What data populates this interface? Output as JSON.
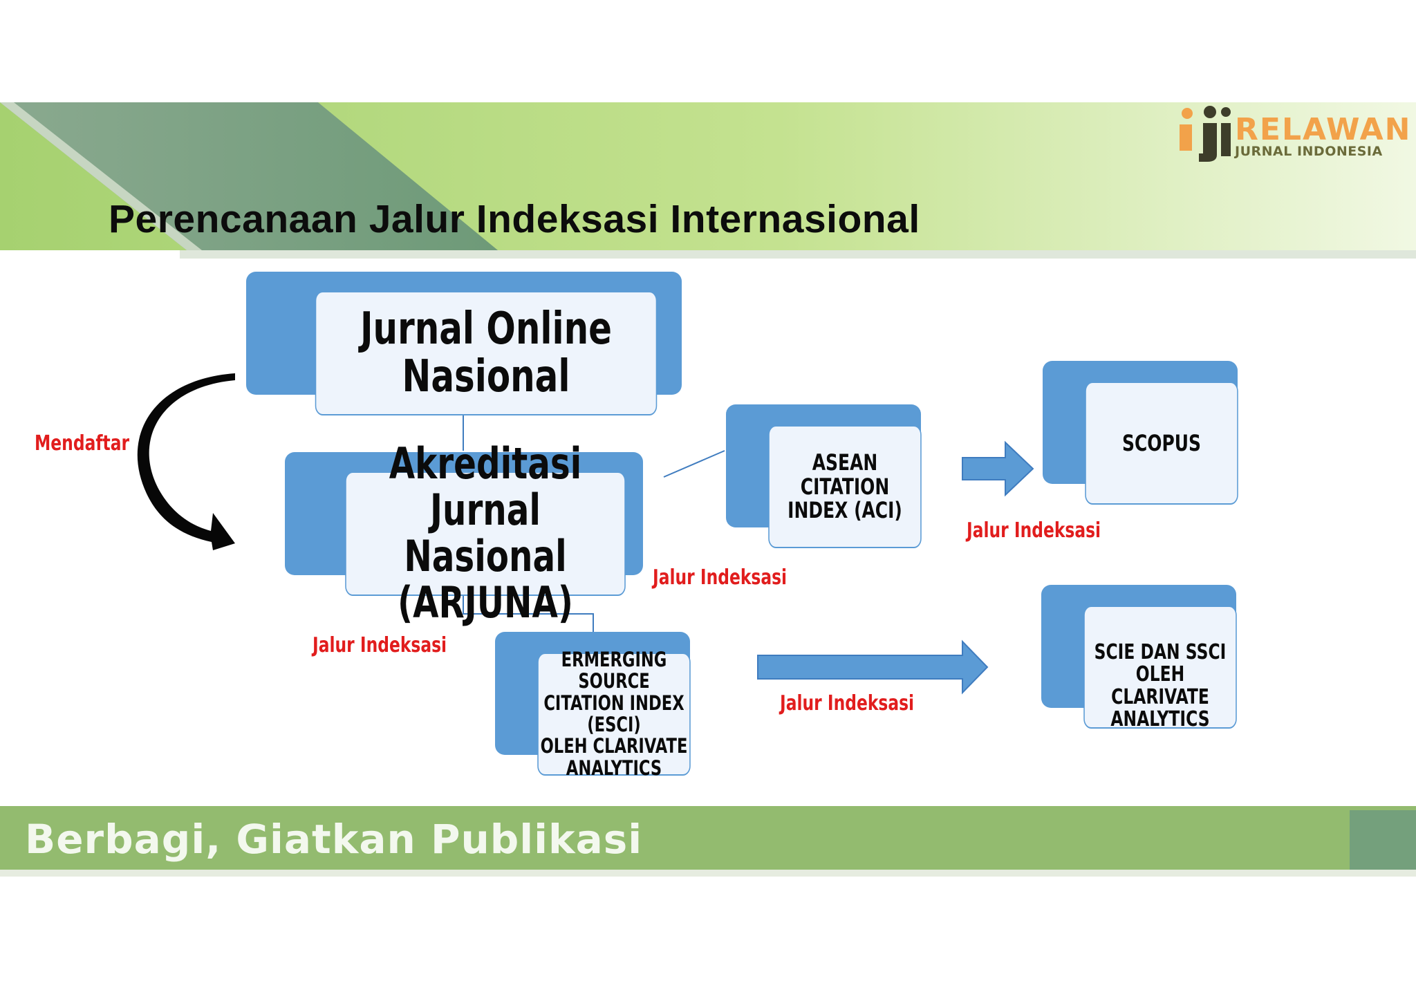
{
  "slide": {
    "title": "Perencanaan Jalur Indeksasi Internasional",
    "footer": "Berbagi, Giatkan Publikasi",
    "logo": {
      "name": "RELAWAN",
      "sub": "JURNAL INDONESIA",
      "mark_icon": "rji-logo-icon"
    }
  },
  "diagram": {
    "nodes": {
      "jurnal_online": "Jurnal Online Nasional",
      "arjuna_line1": "Akreditasi Jurnal",
      "arjuna_line2": "Nasional (ARJUNA)",
      "aci_line1": "ASEAN CITATION",
      "aci_line2": "INDEX (ACI)",
      "scopus": "SCOPUS",
      "esci_line1": "ERMERGING SOURCE",
      "esci_line2": "CITATION INDEX (ESCI)",
      "esci_line3": "OLEH CLARIVATE",
      "esci_line4": "ANALYTICS",
      "scie_line1": "SCIE DAN SSCI OLEH",
      "scie_line2": "CLARIVATE ANALYTICS"
    },
    "labels": {
      "mendaftar": "Mendaftar",
      "jalur_aci": "Jalur Indeksasi",
      "jalur_esci": "Jalur Indeksasi",
      "jalur_scopus": "Jalur Indeksasi",
      "jalur_scie": "Jalur Indeksasi"
    }
  },
  "colors": {
    "box_fill": "#5b9bd5",
    "box_face": "#eef4fc",
    "label_red": "#e11d1d",
    "header_green": "#a8d36b",
    "header_dark": "#6f9a80",
    "footer_green": "#93bb6f",
    "logo_orange": "#f2a24a"
  }
}
